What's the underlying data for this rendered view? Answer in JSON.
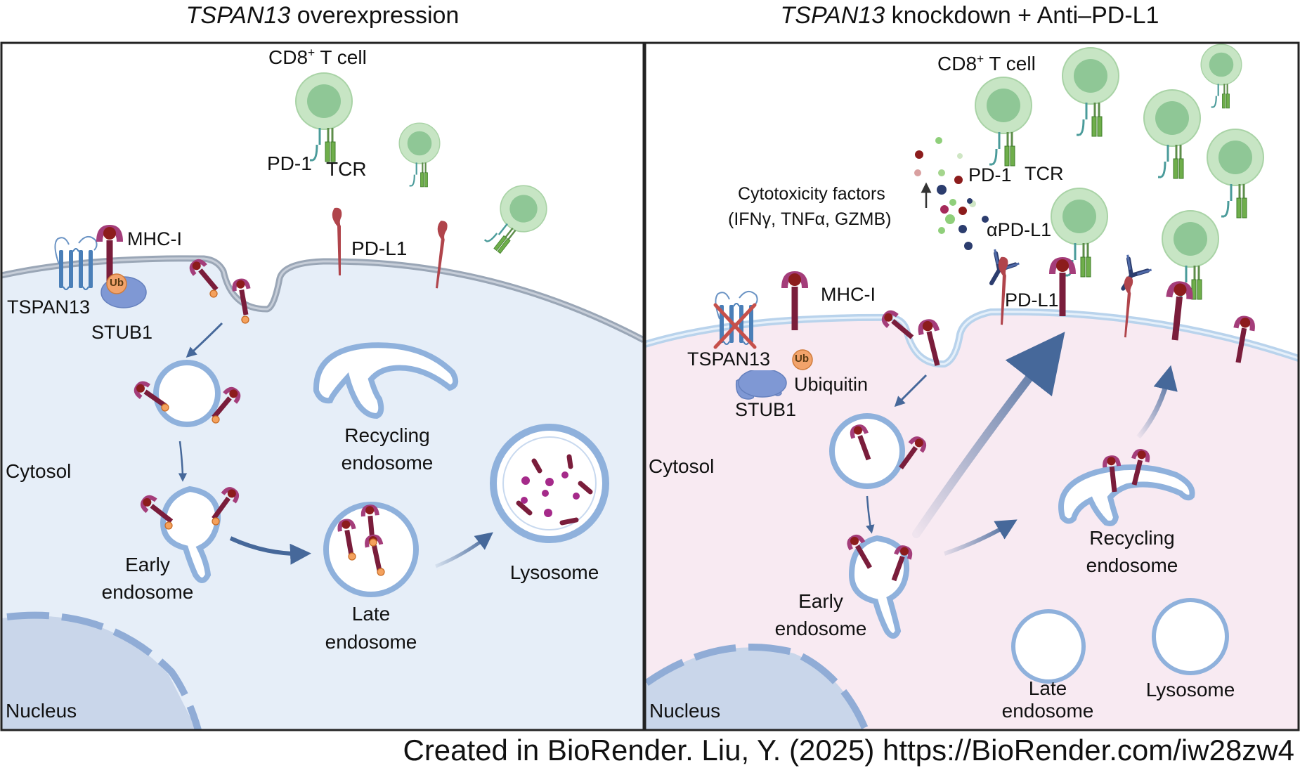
{
  "panels": {
    "left": {
      "title_gene": "TSPAN13",
      "title_rest": " overexpression",
      "labels": {
        "cd8_pre": "CD8",
        "cd8_sup": "+",
        "cd8_post": " T cell",
        "pd1": "PD-1",
        "tcr": "TCR",
        "mhc": "MHC-I",
        "pdl1": "PD-L1",
        "ub": "Ub",
        "tspan13": "TSPAN13",
        "stub1": "STUB1",
        "cytosol": "Cytosol",
        "recycling_1": "Recycling",
        "recycling_2": "endosome",
        "early_1": "Early",
        "early_2": "endosome",
        "late_1": "Late",
        "late_2": "endosome",
        "lysosome": "Lysosome",
        "nucleus": "Nucleus"
      }
    },
    "right": {
      "title_gene": "TSPAN13",
      "title_rest": " knockdown + Anti–PD-L1",
      "labels": {
        "cd8_pre": "CD8",
        "cd8_sup": "+",
        "cd8_post": " T cell",
        "pd1": "PD-1",
        "tcr": "TCR",
        "cyto_1": "Cytotoxicity factors",
        "cyto_2": "(IFNγ, TNFα, GZMB)",
        "apdl1": "αPD-L1",
        "mhc": "MHC-I",
        "pdl1": "PD-L1",
        "tspan13": "TSPAN13",
        "ub": "Ub",
        "ubiquitin": "Ubiquitin",
        "stub1": "STUB1",
        "cytosol": "Cytosol",
        "recycling_1": "Recycling",
        "recycling_2": "endosome",
        "early_1": "Early",
        "early_2": "endosome",
        "late_1": "Late",
        "late_2": "endosome",
        "lysosome": "Lysosome",
        "nucleus": "Nucleus"
      }
    }
  },
  "credit": "Created in BioRender. Liu, Y. (2025) https://BioRender.com/iw28zw4",
  "colors": {
    "left_cytosol": "#e6eef8",
    "right_cytosol": "#f8eaf2",
    "membrane_left": "#9aa6b6",
    "membrane_right": "#b9d3ec",
    "endosome": "#8fb1dc",
    "tcell": "#8fc796",
    "mhc": "#7a1d3b",
    "pdl1": "#b0444b",
    "tspan": "#4a7fb8",
    "stub1": "#7f98d4",
    "antibody": "#2c3d6e",
    "arrow": "#46689a"
  },
  "icons": [
    "t-cell-icon",
    "mhc-i-icon",
    "pd-l1-icon",
    "tspan13-icon",
    "stub1-icon",
    "antibody-icon",
    "endosome-icon",
    "lysosome-icon",
    "nucleus-icon",
    "arrow-icon"
  ]
}
